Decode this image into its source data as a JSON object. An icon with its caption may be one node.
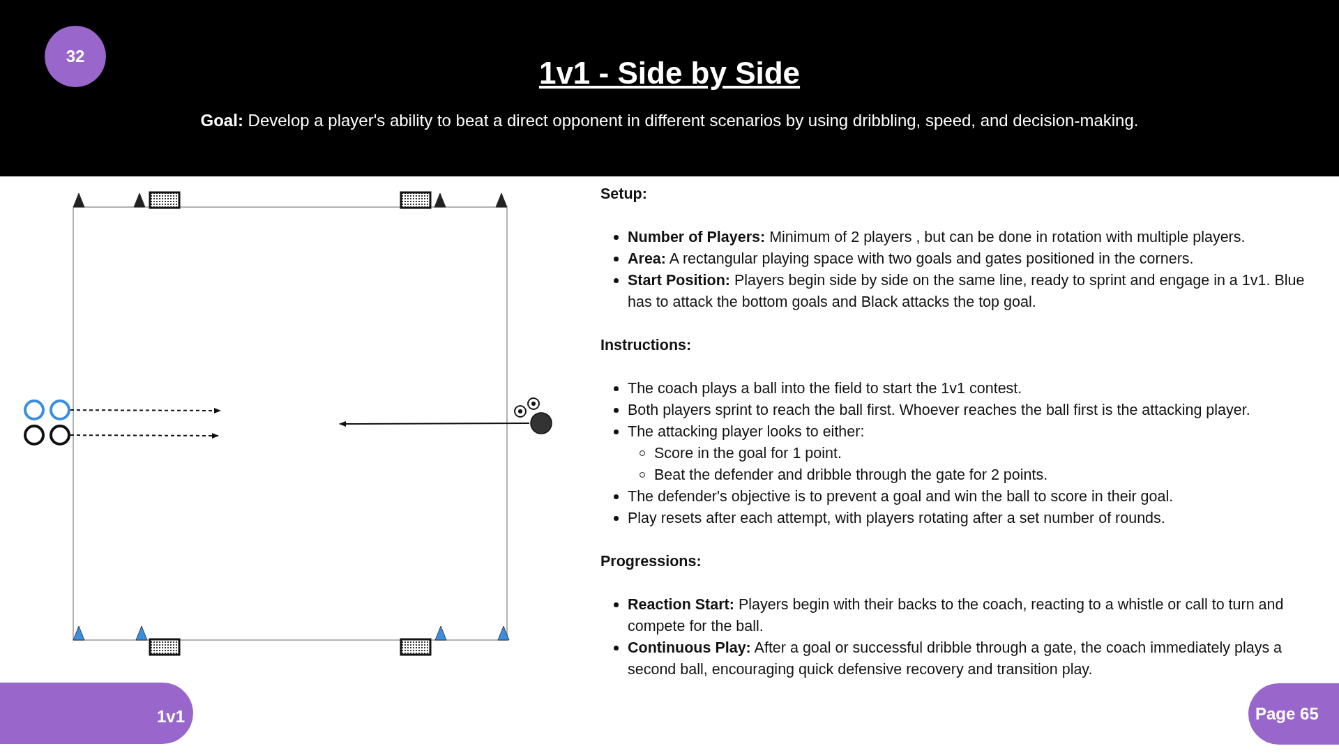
{
  "diagram": {
    "title": "1v1 - Side by Side",
    "nodes": [
      {
        "text": [
          "32"
        ]
      },
      {
        "text": [
          "1v1"
        ]
      },
      {
        "text": [
          "Page 65"
        ]
      },
      {
        "text": [],
        "shape": "circle"
      },
      {
        "text": [],
        "shape": "circle"
      },
      {
        "text": [],
        "shape": "circle"
      },
      {
        "text": [],
        "shape": "circle"
      },
      {
        "text": [],
        "shape": "circle"
      }
    ],
    "edges": [
      {
        "from": 4,
        "to": null,
        "arrow": "to",
        "style": "dashed"
      },
      {
        "from": 6,
        "to": null,
        "arrow": "to",
        "style": "dashed"
      },
      {
        "from": 7,
        "to": null,
        "arrow": "to"
      }
    ],
    "labels": [
      "**Goal:** Develop a player's ability to beat a direct opponent in different scenarios by using dribbling, speed, and decision-making.",
      "Setup:",
      "**Number of Players:** Minimum of 2 players , but can be done in rotation with multiple players.",
      "**Area:** A rectangular playing space with two goals and gates positioned in the corners.",
      "**Start Position:** Players begin side by side on the same line, ready to sprint and engage in a 1v1. Blue has to attack the bottom goals and Black attacks the top goal.",
      "Instructions:",
      "The coach plays a ball into the field to start the 1v1 contest.",
      "Both players sprint to reach the ball first. Whoever reaches the ball first is the attacking player.",
      "The attacking player looks to either:",
      "Score in the goal for 1 point.",
      "Beat the defender and dribble through the gate for 2 points.",
      "The defender's objective is to prevent a goal and win the ball to score in their goal.",
      "Play resets after each attempt, with players rotating after a set number of rounds.",
      "Progressions:",
      "**Reaction Start:** Players begin with their backs to the coach, reacting to a whistle or call to turn and compete for the ball.",
      "**Continuous Play:** After a goal or successful dribble through a gate, the coach immediately plays a second ball, encouraging quick defensive recovery and transition play."
    ]
  }
}
